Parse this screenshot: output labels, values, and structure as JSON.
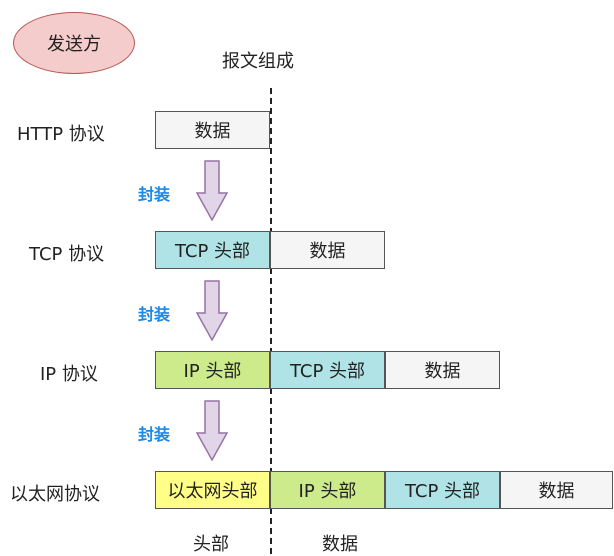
{
  "sender": "发送方",
  "title": "报文组成",
  "protocols": {
    "http": "HTTP 协议",
    "tcp": "TCP 协议",
    "ip": "IP 协议",
    "eth": "以太网协议"
  },
  "segments": {
    "data": "数据",
    "tcp_header": "TCP 头部",
    "ip_header": "IP 头部",
    "eth_header": "以太网头部"
  },
  "encapsulate": "封装",
  "bottom": {
    "header": "头部",
    "data": "数据"
  },
  "colors": {
    "sender_fill": "#f4cccc",
    "data_fill": "#f5f5f5",
    "tcp_fill": "#b0e3e6",
    "ip_fill": "#cdeb8b",
    "eth_fill": "#ffff88",
    "arrow_fill": "#e1d5e7",
    "encapsulate_text": "#1e88e5"
  }
}
